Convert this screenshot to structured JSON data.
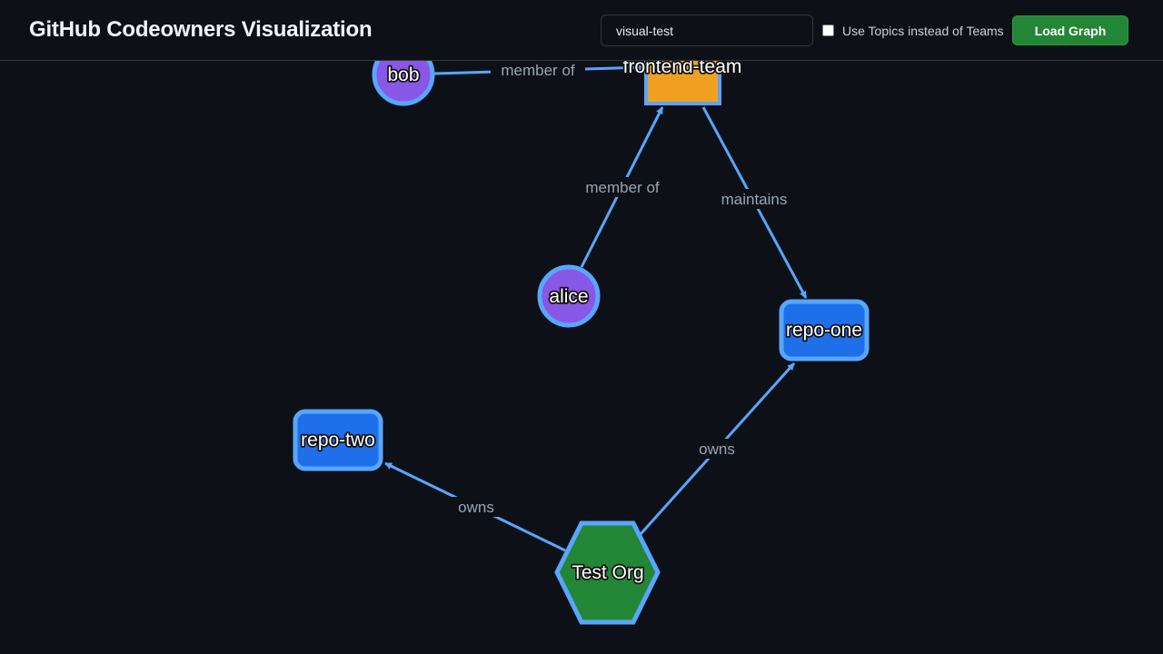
{
  "header": {
    "title": "GitHub Codeowners Visualization",
    "org_input_value": "visual-test",
    "checkbox_label": "Use Topics instead of Teams",
    "checkbox_checked": false,
    "load_button_label": "Load Graph"
  },
  "graph": {
    "nodes": [
      {
        "id": "frontend-team",
        "label": "frontend-team",
        "kind": "team",
        "shape": "square",
        "color": "#f0a020"
      },
      {
        "id": "bob",
        "label": "bob",
        "kind": "user",
        "shape": "circle",
        "color": "#8957e5"
      },
      {
        "id": "alice",
        "label": "alice",
        "kind": "user",
        "shape": "circle",
        "color": "#8957e5"
      },
      {
        "id": "repo-one",
        "label": "repo-one",
        "kind": "repo",
        "shape": "rounded-rect",
        "color": "#1f6feb"
      },
      {
        "id": "repo-two",
        "label": "repo-two",
        "kind": "repo",
        "shape": "rounded-rect",
        "color": "#1f6feb"
      },
      {
        "id": "test-org",
        "label": "Test Org",
        "kind": "org",
        "shape": "hexagon",
        "color": "#238636"
      }
    ],
    "edges": [
      {
        "from": "bob",
        "to": "frontend-team",
        "label": "member of"
      },
      {
        "from": "alice",
        "to": "frontend-team",
        "label": "member of"
      },
      {
        "from": "frontend-team",
        "to": "repo-one",
        "label": "maintains"
      },
      {
        "from": "test-org",
        "to": "repo-one",
        "label": "owns"
      },
      {
        "from": "test-org",
        "to": "repo-two",
        "label": "owns"
      }
    ],
    "colors": {
      "node_border": "#58a6ff",
      "edge": "#58a6ff"
    }
  }
}
